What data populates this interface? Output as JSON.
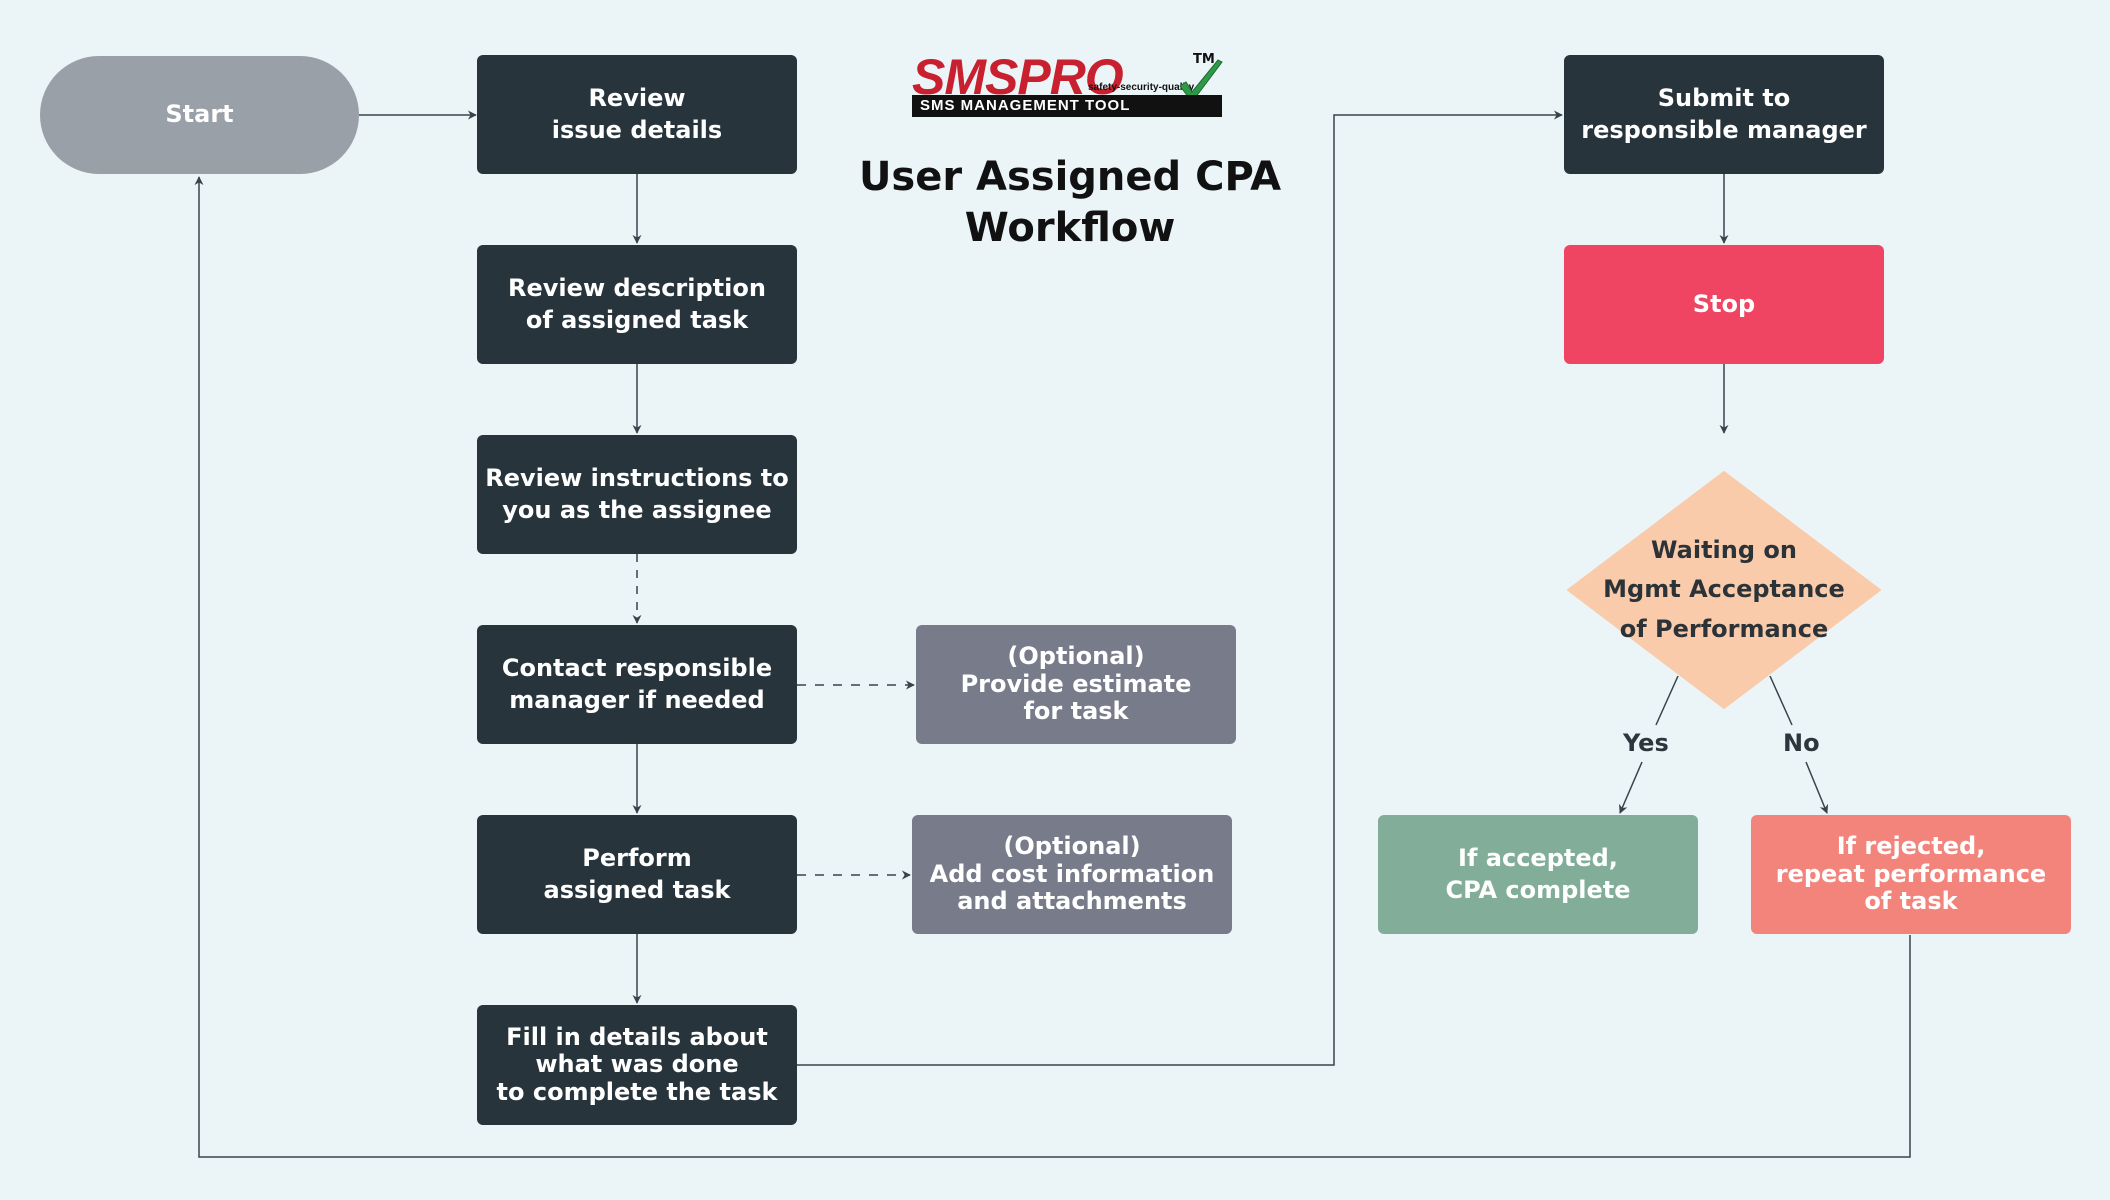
{
  "logo": {
    "brand": "SMSPRO",
    "trademark": "TM",
    "tagline": "safety-security-quality",
    "subtitle": "SMS MANAGEMENT TOOL",
    "accent": "#c8202f"
  },
  "title": {
    "line1": "User Assigned CPA",
    "line2": "Workflow"
  },
  "nodes": {
    "start": {
      "label": "Start",
      "color": "#9aa0a8"
    },
    "review_issue": {
      "line1": "Review",
      "line2": "issue details"
    },
    "review_description": {
      "line1": "Review description",
      "line2": "of assigned task"
    },
    "review_instructions": {
      "line1": "Review instructions to",
      "line2": "you as the assignee"
    },
    "contact_manager": {
      "line1": "Contact responsible",
      "line2": "manager if needed"
    },
    "provide_estimate": {
      "line1": "(Optional)",
      "line2": "Provide estimate",
      "line3": "for task"
    },
    "perform_task": {
      "line1": "Perform",
      "line2": "assigned task"
    },
    "add_cost": {
      "line1": "(Optional)",
      "line2": "Add cost information",
      "line3": "and attachments"
    },
    "fill_details": {
      "line1": "Fill in details about",
      "line2": "what was done",
      "line3": "to complete the task"
    },
    "submit_manager": {
      "line1": "Submit to",
      "line2": "responsible manager"
    },
    "stop": {
      "label": "Stop",
      "color": "#ef4563"
    },
    "waiting": {
      "line1": "Waiting on",
      "line2": "Mgmt Acceptance",
      "line3": "of Performance",
      "color": "#f9cbaa"
    },
    "accepted": {
      "line1": "If accepted,",
      "line2": "CPA complete",
      "color": "#82ae99"
    },
    "rejected": {
      "line1": "If rejected,",
      "line2": "repeat performance",
      "line3": "of task",
      "color": "#f3847c"
    }
  },
  "edge_labels": {
    "yes": "Yes",
    "no": "No"
  },
  "colors": {
    "dark_box": "#27343b",
    "optional_box": "#787b8a",
    "background": "#ebf4f7",
    "edge": "#37444b"
  }
}
